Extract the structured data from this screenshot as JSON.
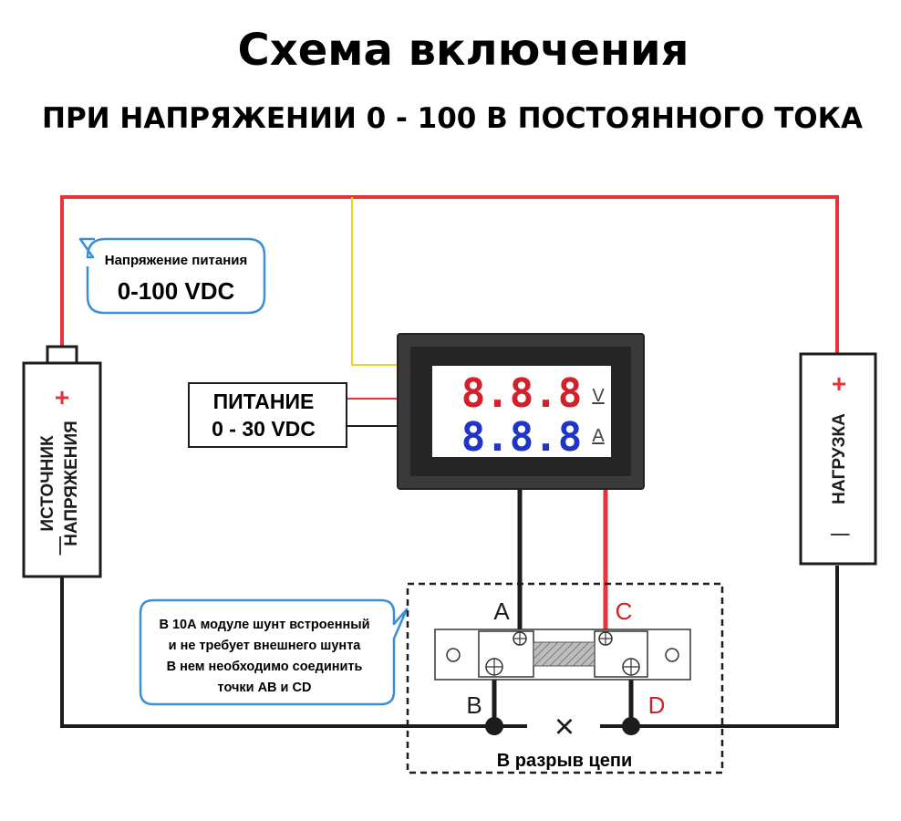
{
  "heading": {
    "title": "Схема включения",
    "subtitle": "ПРИ НАПРЯЖЕНИИ 0 - 100 В ПОСТОЯННОГО ТОКА"
  },
  "source": {
    "line1": "ИСТОЧНИК",
    "line2": "НАПРЯЖЕНИЯ",
    "plus": "+",
    "minus": "|"
  },
  "load": {
    "label": "НАГРУЗКА",
    "plus": "+",
    "minus": "|"
  },
  "supply_bubble": {
    "line1": "Напряжение питания",
    "line2": "0-100  VDC"
  },
  "power_box": {
    "line1": "ПИТАНИЕ",
    "line2": "0 - 30 VDC"
  },
  "meter": {
    "voltage_digits": "8.8.8",
    "voltage_unit": "V",
    "current_digits": "8.8.8",
    "current_unit": "A"
  },
  "shunt_bubble": {
    "line1": "В 10А модуле шунт встроенный",
    "line2": "и не требует внешнего шунта",
    "line3": "В нем необходимо соединить",
    "line4": "точки АВ и CD"
  },
  "shunt": {
    "point_a": "A",
    "point_b": "B",
    "point_c": "C",
    "point_d": "D",
    "break_label": "В разрыв цепи",
    "break_mark": "×"
  },
  "colors": {
    "red_wire": "#e8333b",
    "black_wire": "#1c1c1c",
    "yellow_wire": "#f2d21b",
    "bubble_border": "#3b8fd6",
    "digit_red": "#d4202a",
    "digit_blue": "#1e35c8"
  }
}
